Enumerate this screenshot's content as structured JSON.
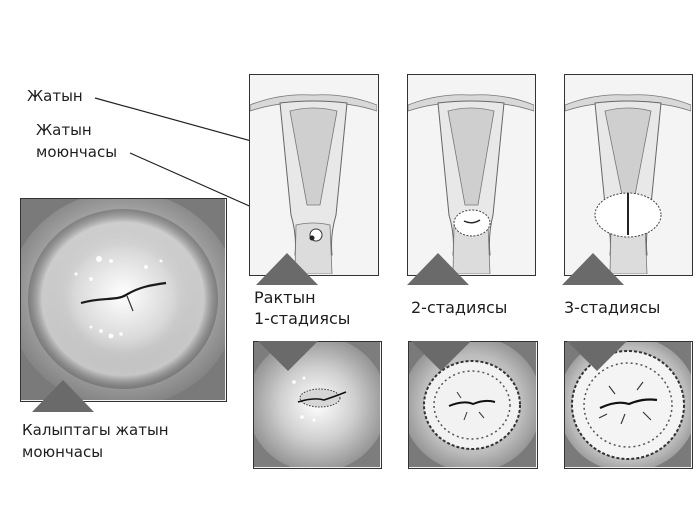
{
  "labels": {
    "uterus": "Жатын",
    "cervix_line1": "Жатын",
    "cervix_line2": "моюнчасы",
    "normal_line1": "Калыптагы жатын",
    "normal_line2": "моюнчасы",
    "stage1_line1": "Рактын",
    "stage1_line2": "1-стадиясы",
    "stage2": "2-стадиясы",
    "stage3": "3-стадиясы"
  },
  "colors": {
    "panel_border": "#333333",
    "pointer_triangle": "#6a6a6a",
    "leader_line": "#222222"
  }
}
